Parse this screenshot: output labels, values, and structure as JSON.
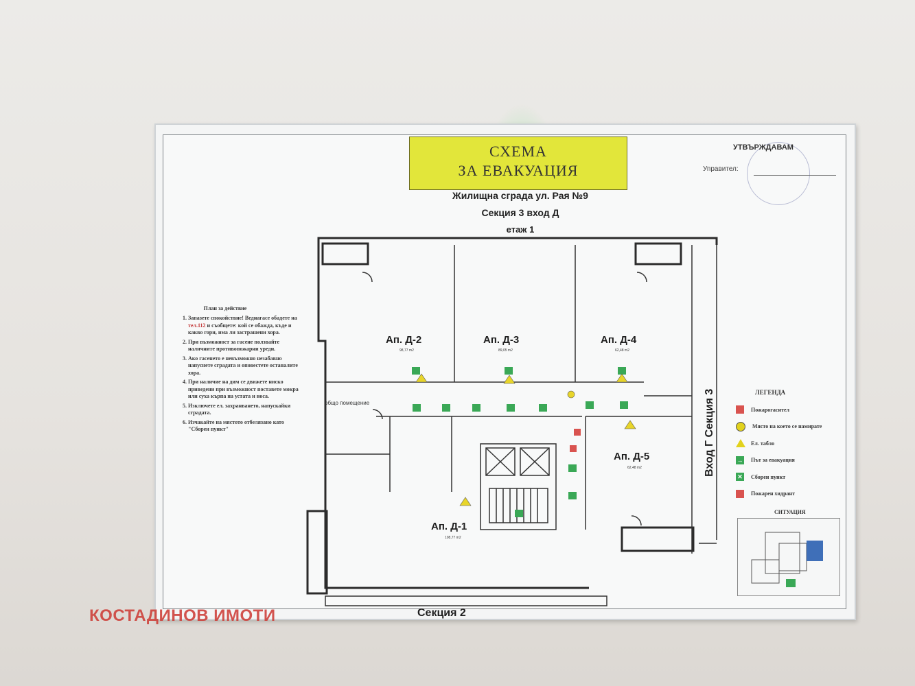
{
  "sign": {
    "title_line1": "СХЕМА",
    "title_line2": "ЗА ЕВАКУАЦИЯ",
    "building": "Жилищна сграда ул. Рая №9",
    "section": "Секция 3 вход Д",
    "floor": "етаж 1",
    "approve": "УТВЪРЖДАВАМ",
    "manager": "Управител:"
  },
  "plan": {
    "title": "План за действие",
    "steps": [
      {
        "pre": "Запазете спокойствие! Веднагасе обадете на ",
        "tel": "тел.112",
        "post": " и съобщете: кой се обажда, къде и какво гори, има ли застрашени хора."
      },
      {
        "pre": "При възможност за гасене ползвайте наличните противопожарни уреди.",
        "tel": "",
        "post": ""
      },
      {
        "pre": "Ако гасенето е невъзможно незабавно напуснете сградата и оповестете останалите хора.",
        "tel": "",
        "post": ""
      },
      {
        "pre": "При наличие на дим се движете ниско приведени при възможност поставете мокра или суха кърпа на устата и носа.",
        "tel": "",
        "post": ""
      },
      {
        "pre": "Изключете ел. захранването, напускайки сградата.",
        "tel": "",
        "post": ""
      },
      {
        "pre": "Изчакайте на мястото отбелязано като \"Сборен пункт\"",
        "tel": "",
        "post": ""
      }
    ]
  },
  "rooms": {
    "d2": {
      "label": "Ап. Д-2",
      "area": "98,77 m2"
    },
    "d3": {
      "label": "Ап. Д-3",
      "area": "89,05 m2"
    },
    "d4": {
      "label": "Ап. Д-4",
      "area": "62,48 m2"
    },
    "d5": {
      "label": "Ап. Д-5",
      "area": "62,48 m2"
    },
    "d1": {
      "label": "Ап. Д-1",
      "area": "108,77 m2"
    },
    "common": "общо помещение"
  },
  "sections": {
    "right": "Вход Г Секция 3",
    "bottom": "Секция 2"
  },
  "legend": {
    "title": "ЛЕГЕНДА",
    "items": [
      {
        "label": "Пожарогасител",
        "color": "#d9534f",
        "icon": "fire-extinguisher-icon"
      },
      {
        "label": "Място на което се намирате",
        "color": "#e2d21c",
        "icon": "you-are-here-icon"
      },
      {
        "label": "Ел. табло",
        "color": "#e2d21c",
        "icon": "electric-panel-icon"
      },
      {
        "label": "Път за евакуация",
        "color": "#3aa856",
        "icon": "evacuation-arrow-icon"
      },
      {
        "label": "Сборен пункт",
        "color": "#3aa856",
        "icon": "assembly-point-icon"
      },
      {
        "label": "Пожарен хидрант",
        "color": "#d9534f",
        "icon": "fire-hydrant-icon"
      }
    ]
  },
  "situation": {
    "title": "СИТУАЦИЯ"
  },
  "watermark": "КОСТАДИНОВ ИМОТИ"
}
